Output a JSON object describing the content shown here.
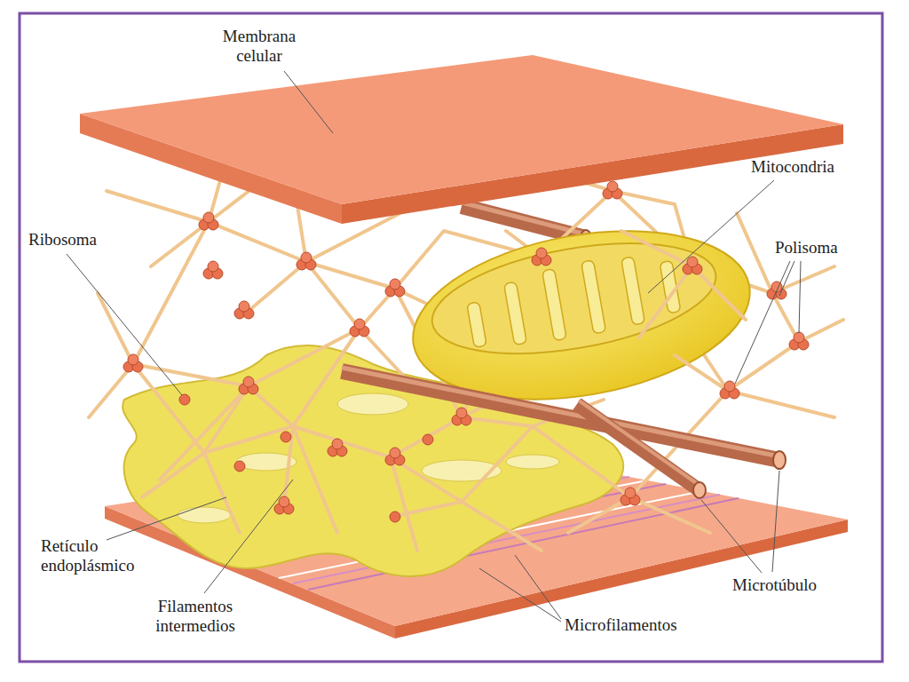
{
  "diagram": {
    "labels": [
      "Membrana celular",
      "Mitocondria",
      "Ribosoma",
      "Polisoma",
      "Retículo endoplásmico",
      "Microtúbulo",
      "Filamentos intermedios",
      "Microfilamentos"
    ]
  }
}
